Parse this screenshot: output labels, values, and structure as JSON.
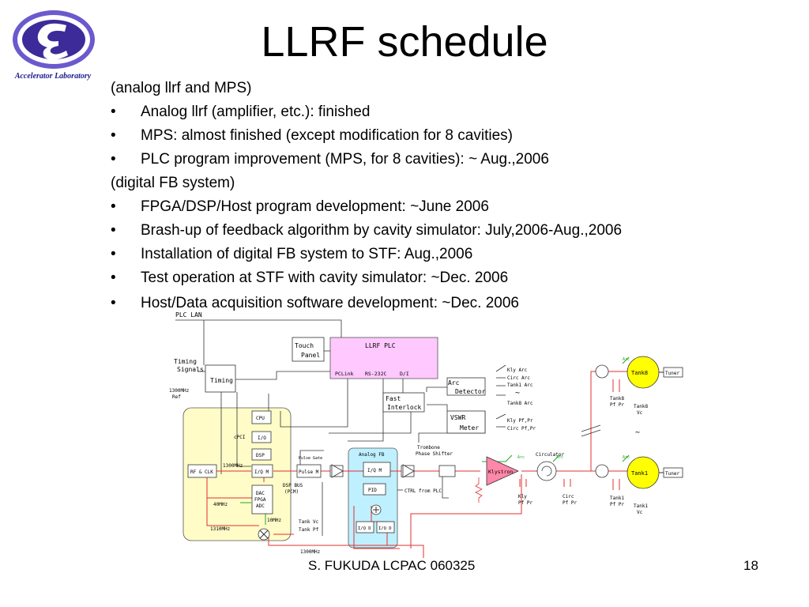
{
  "slide": {
    "title": "LLRF schedule",
    "lab_name": "Accelerator Laboratory",
    "logo_icon": "kek-logo-icon",
    "lines": [
      {
        "type": "heading",
        "text": "(analog llrf and MPS)"
      },
      {
        "type": "bullet",
        "bullet": "•",
        "text": "Analog llrf (amplifier, etc.): finished"
      },
      {
        "type": "bullet",
        "bullet": "•",
        "text": "MPS: almost finished (except modification for 8 cavities)"
      },
      {
        "type": "bullet",
        "bullet": "•",
        "text": "PLC program improvement (MPS, for 8 cavities): ~ Aug.,2006"
      },
      {
        "type": "heading",
        "text": "(digital FB system)"
      },
      {
        "type": "bullet",
        "bullet": "•",
        "text": "FPGA/DSP/Host program development: ~June 2006"
      },
      {
        "type": "bullet",
        "bullet": "•",
        "text": "Brash-up of feedback algorithm by cavity simulator: July,2006-Aug.,2006"
      },
      {
        "type": "bullet",
        "bullet": "•",
        "text": "Installation of digital FB system to STF: Aug.,2006"
      },
      {
        "type": "bullet",
        "bullet": "•",
        "text": "Test operation at STF with cavity simulator: ~Dec. 2006"
      },
      {
        "type": "bullet",
        "bullet": "•",
        "text": "Host/Data acquisition software development: ~Dec. 2006"
      }
    ],
    "footer": "S. FUKUDA LCPAC 060325",
    "page_number": "18"
  },
  "diagram": {
    "plc_lan": "PLC  LAN",
    "timing_signals_1": "Timing",
    "timing_signals_2": "Signals",
    "timing": "Timing",
    "ref_1": "1300MHz",
    "ref_2": "Ref",
    "touch_panel_1": "Touch",
    "touch_panel_2": "Panel",
    "llrf_plc": "LLRF PLC",
    "pclink": "PCLink",
    "rs232c": "RS-232C",
    "di": "D/I",
    "arc_detector_1": "Arc",
    "arc_detector_2": "Detector",
    "fast_interlock_1": "Fast",
    "fast_interlock_2": "Interlock",
    "vswr_meter_1": "VSWR",
    "vswr_meter_2": "Meter",
    "kly_arc": "Kly Arc",
    "circ_arc": "Circ Arc",
    "tank1_arc": "Tank1  Arc",
    "tank8_arc": "Tank8  Arc",
    "kly_pfpr": "Kly Pf,Pr",
    "circ_pfpr": "Circ Pf,Pr",
    "cpu": "CPU",
    "cpci": "cPCI",
    "io": "I/O",
    "dsp": "DSP",
    "iqm": "I/Q M",
    "rf_clk": "RF & CLK",
    "f1300": "1300MHz",
    "dsp_bus_1": "DSP BUS",
    "dsp_bus_2": "(PCM)",
    "dac": "DAC",
    "fpga": "FPGA",
    "adc": "ADC",
    "f40": "40MHz",
    "f10": "10MHz",
    "f1310": "1310MHz",
    "tank_vc": "Tank Vc",
    "tank_pf": "Tank Pf",
    "pulse_mod": "Pulse M",
    "pulse_gate": "Pulse Gate",
    "analog_fb": "Analog FB",
    "afb_iqm": "I/Q M",
    "pid": "PID",
    "iqd1": "I/Q D",
    "iqd2": "I/Q D",
    "ctrl_plc": "CTRL from PLC",
    "trombone_1": "Trombone",
    "trombone_2": "Phase Shifter",
    "klystron": "Klystron",
    "circulator": "Circulator",
    "kly_pfpr_bottom_1": "Kly",
    "kly_pfpr_bottom_2": "Pf Pr",
    "circ_pfpr_bottom_1": "Circ",
    "circ_pfpr_bottom_2": "Pf Pr",
    "tank8": "Tank8",
    "tank1": "Tank1",
    "tuner": "Tuner",
    "tank8_pfpr_1": "Tank8",
    "tank8_pfpr_2": "Pf Pr",
    "tank8_vc_1": "Tank8",
    "tank8_vc_2": "Vc",
    "tank1_pfpr_1": "Tank1",
    "tank1_pfpr_2": "Pf Pr",
    "tank1_vc_1": "Tank1",
    "tank1_vc_2": "Vc",
    "f1300_bottom": "1300MHz",
    "arc": "Arc"
  }
}
